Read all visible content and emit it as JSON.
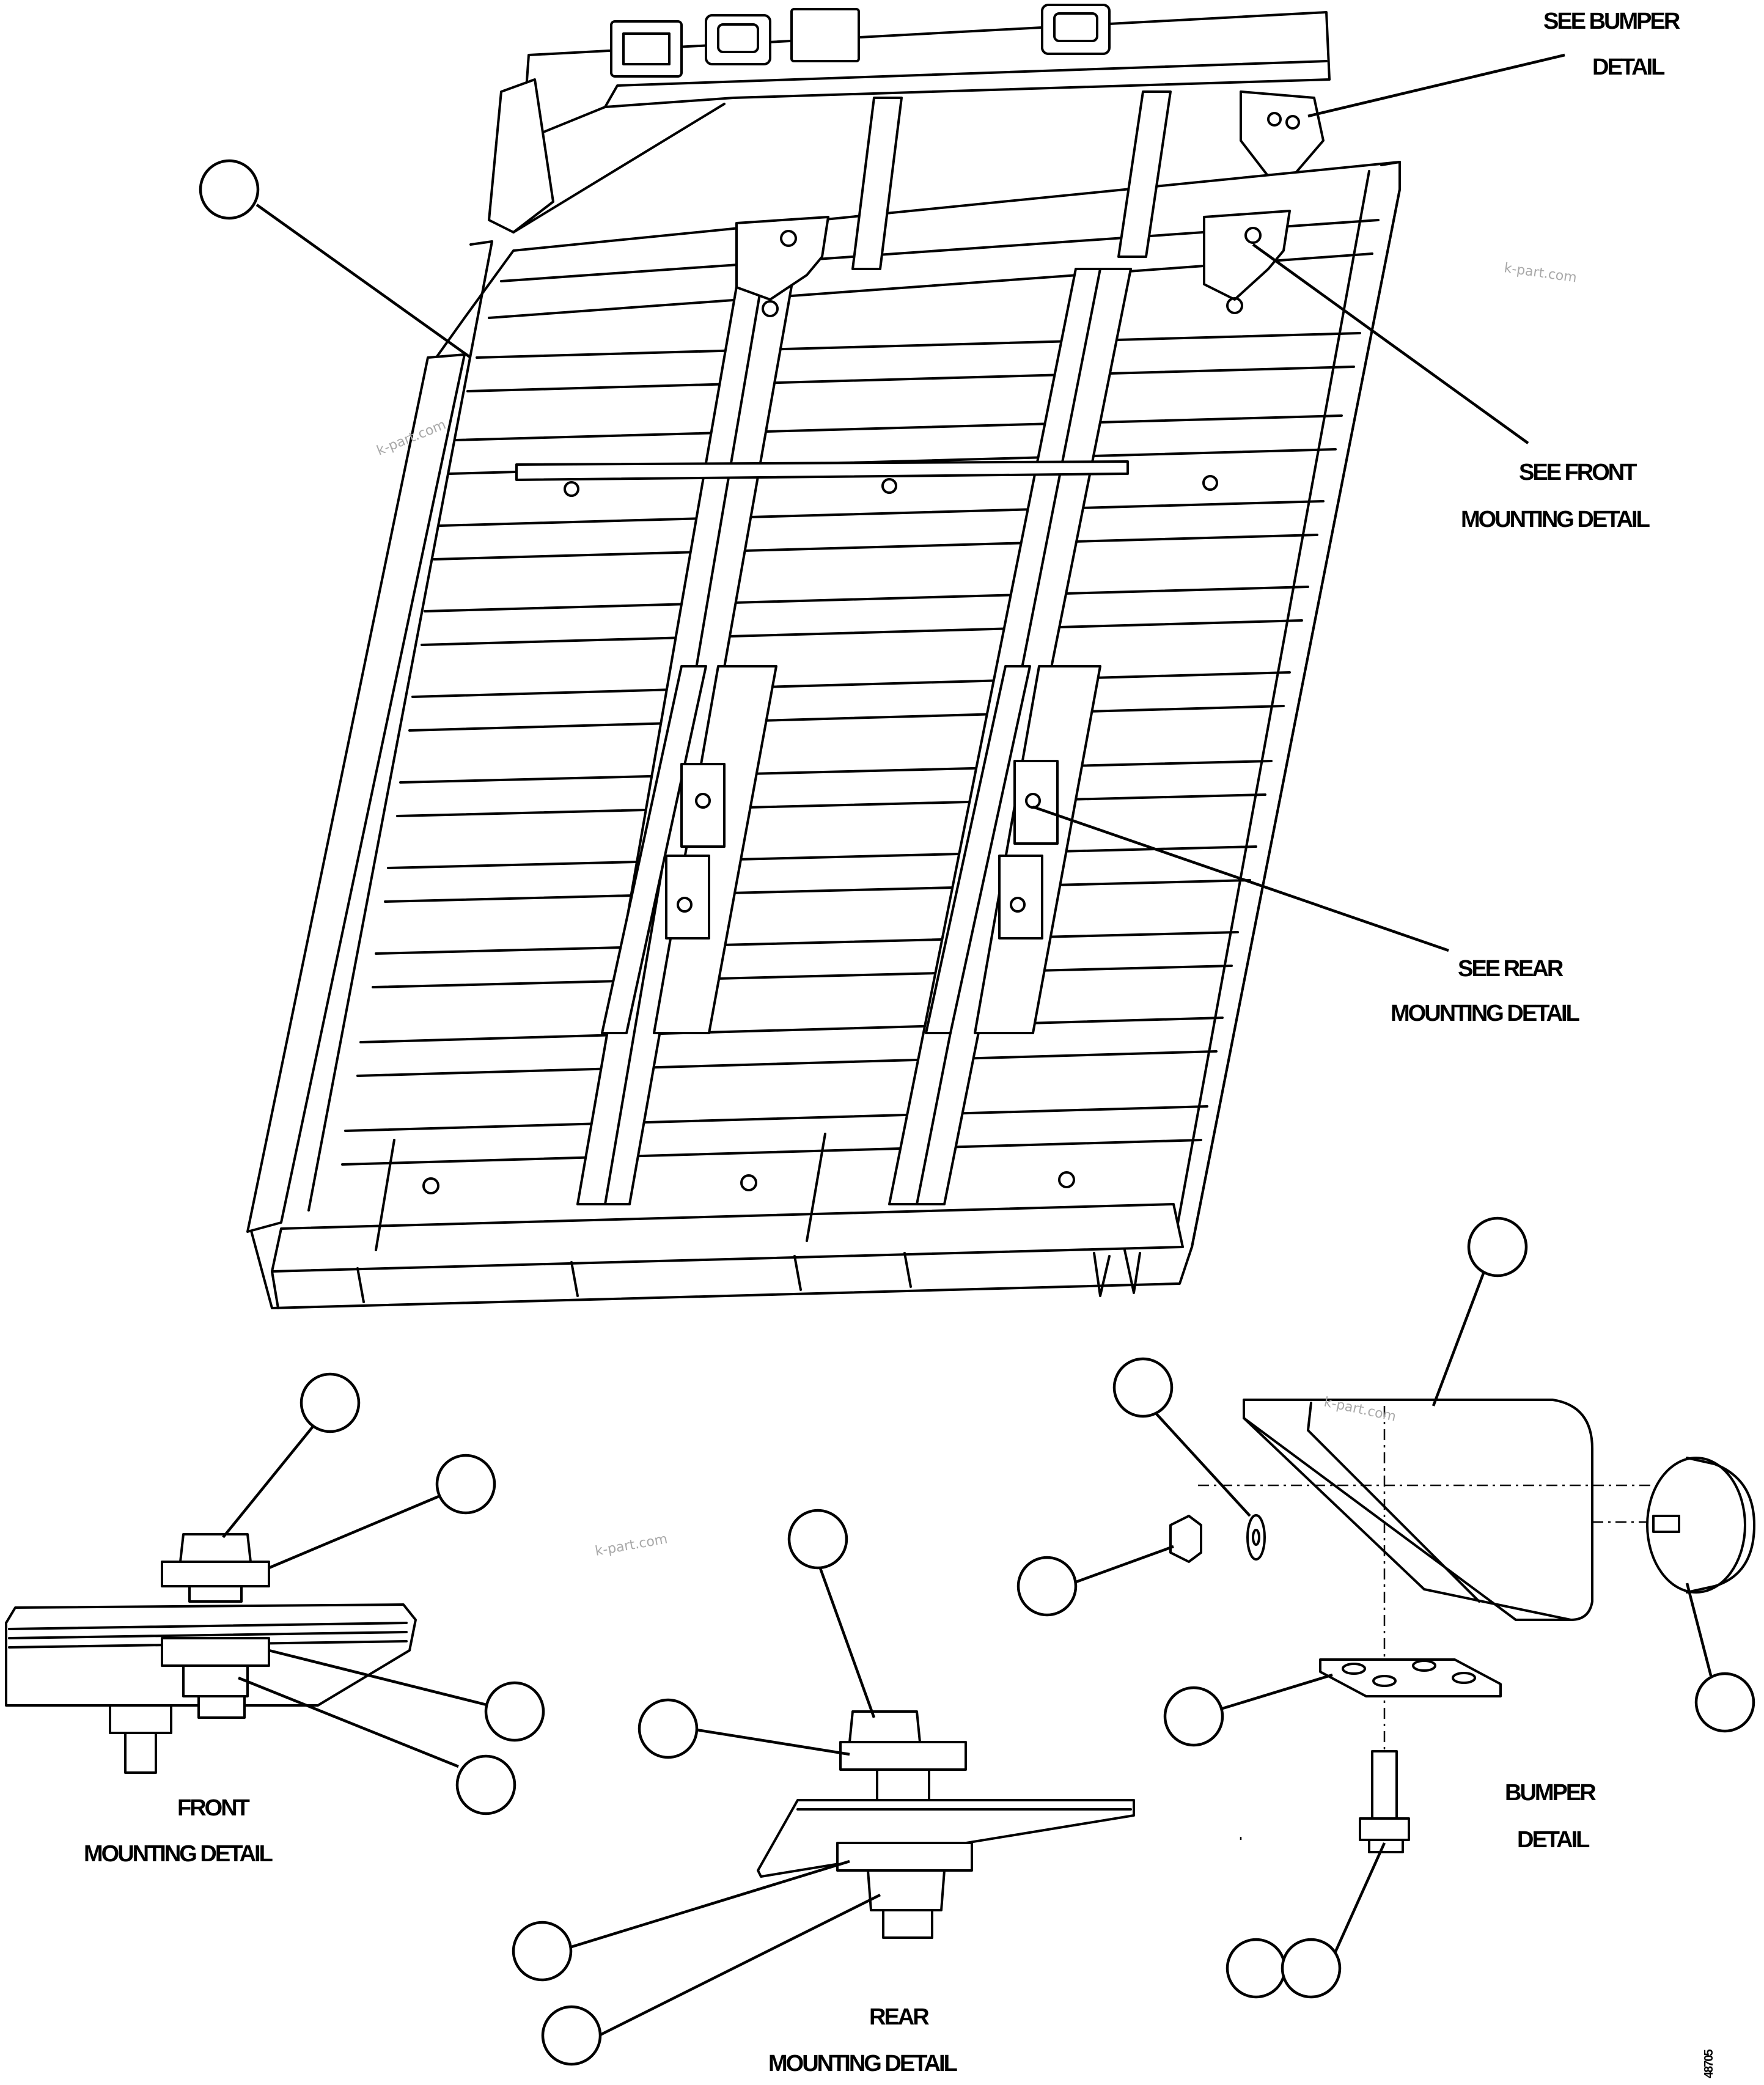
{
  "callouts": {
    "bumper": [
      "SEE BUMPER",
      "DETAIL"
    ],
    "front": [
      "SEE FRONT",
      "MOUNTING DETAIL"
    ],
    "rear": [
      "SEE REAR",
      "MOUNTING DETAIL"
    ]
  },
  "details": {
    "front": [
      "FRONT",
      "MOUNTING DETAIL"
    ],
    "rear": [
      "REAR",
      "MOUNTING DETAIL"
    ],
    "bumper": [
      "BUMPER",
      "DETAIL"
    ]
  },
  "watermark": "k-part.com",
  "figure_number": "48705"
}
